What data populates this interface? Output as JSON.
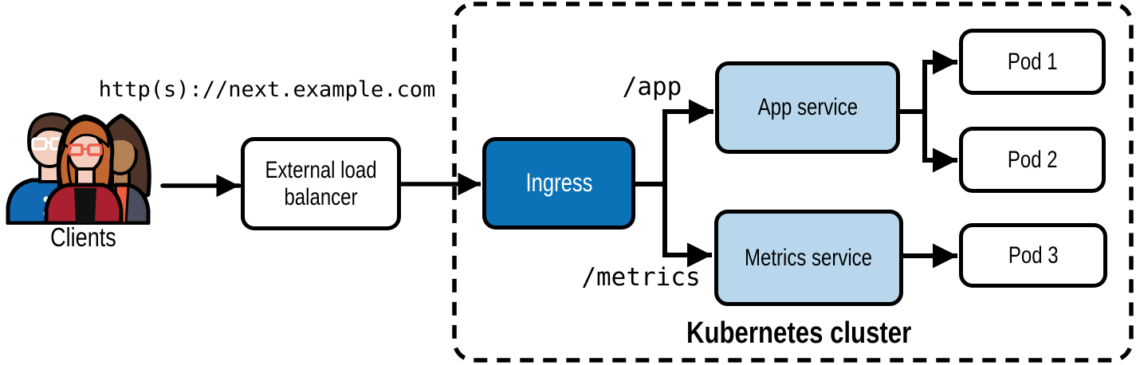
{
  "colors": {
    "ingress_fill": "#0b72b8",
    "service_fill": "#b9d7ec",
    "node_fill": "#ffffff",
    "outline": "#000000"
  },
  "client_side": {
    "url": "http(s)://next.example.com",
    "clients_label": "Clients"
  },
  "nodes": {
    "load_balancer": "External load balancer",
    "ingress": "Ingress",
    "app_service": "App service",
    "metrics_service": "Metrics service",
    "pod_1": "Pod 1",
    "pod_2": "Pod 2",
    "pod_3": "Pod 3"
  },
  "routes": {
    "app": "/app",
    "metrics": "/metrics"
  },
  "cluster": {
    "label": "Kubernetes cluster"
  },
  "edges": [
    {
      "from": "clients",
      "to": "load_balancer"
    },
    {
      "from": "load_balancer",
      "to": "ingress"
    },
    {
      "from": "ingress",
      "to": "app_service",
      "label": "/app"
    },
    {
      "from": "ingress",
      "to": "metrics_service",
      "label": "/metrics"
    },
    {
      "from": "app_service",
      "to": "pod_1"
    },
    {
      "from": "app_service",
      "to": "pod_2"
    },
    {
      "from": "metrics_service",
      "to": "pod_3"
    }
  ]
}
